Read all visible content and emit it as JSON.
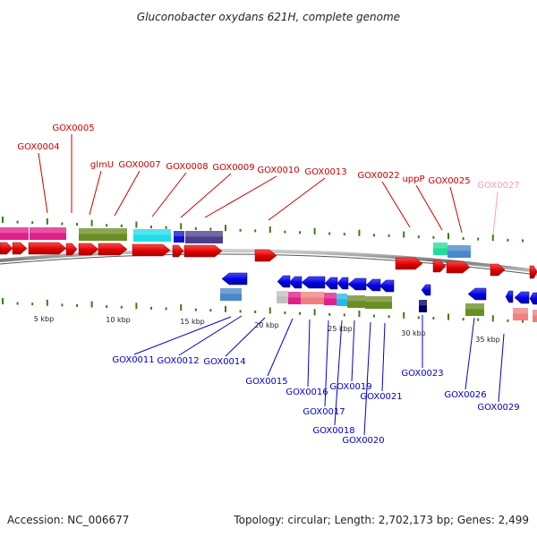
{
  "title": "Gluconobacter oxydans 621H, complete genome",
  "footer": {
    "accession": "Accession: NC_006677",
    "summary": "Topology: circular; Length: 2,702,173 bp; Genes: 2,499"
  },
  "colors": {
    "forward": "#dd1111",
    "reverse": "#1111dd",
    "backbone": "#7a7a7a",
    "tick": "#3d7a1a",
    "forward_label": "#cc0000",
    "reverse_label": "#0000cc",
    "faded_label": "#f0a0c0"
  },
  "scale_labels": [
    "5 kbp",
    "10 kbp",
    "15 kbp",
    "20 kbp",
    "25 kbp",
    "30 kbp",
    "35 kbp"
  ],
  "forward_labels": [
    "GOX0004",
    "GOX0005",
    "glmU",
    "GOX0007",
    "GOX0008",
    "GOX0009",
    "GOX0010",
    "GOX0013",
    "GOX0022",
    "uppP",
    "GOX0025",
    "GOX0027"
  ],
  "reverse_labels": [
    "GOX0011",
    "GOX0012",
    "GOX0014",
    "GOX0015",
    "GOX0016",
    "GOX0017",
    "GOX0018",
    "GOX0019",
    "GOX0020",
    "GOX0021",
    "GOX0023",
    "GOX0026",
    "GOX0029"
  ]
}
